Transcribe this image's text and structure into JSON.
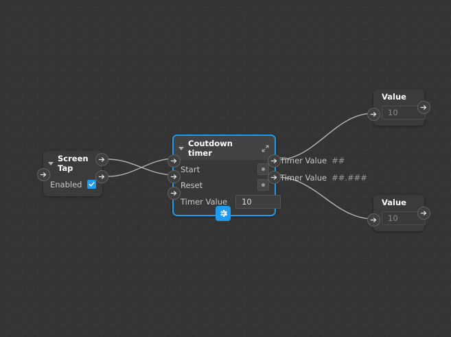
{
  "canvas": {
    "background_color": "#343434",
    "grid_color": "#3d3d3d",
    "accent_color": "#1f9cf0",
    "wire_color": "#b0b0b0"
  },
  "nodes": {
    "screen_tap": {
      "title": "Screen Tap",
      "enabled_label": "Enabled",
      "enabled_checked": true,
      "collapse_icon": "triangle-down-icon"
    },
    "countdown_timer": {
      "title": "Coutdown timer",
      "selected": true,
      "collapse_icon": "triangle-down-icon",
      "expand_icon": "expand-diagonal-icon",
      "inputs": [
        {
          "label": "Start",
          "control": "pulse-button"
        },
        {
          "label": "Reset",
          "control": "pulse-button"
        },
        {
          "label": "Timer Value",
          "control": "number-field",
          "value": "10"
        }
      ],
      "outputs": [
        {
          "label": "Timer Value",
          "format": "##"
        },
        {
          "label": "Timer Value",
          "format": "##.###"
        }
      ]
    },
    "value_top": {
      "title": "Value",
      "value": "10"
    },
    "value_bottom": {
      "title": "Value",
      "value": "10"
    }
  },
  "settings_button": {
    "icon": "gear-icon",
    "color": "#1f9cf0"
  }
}
